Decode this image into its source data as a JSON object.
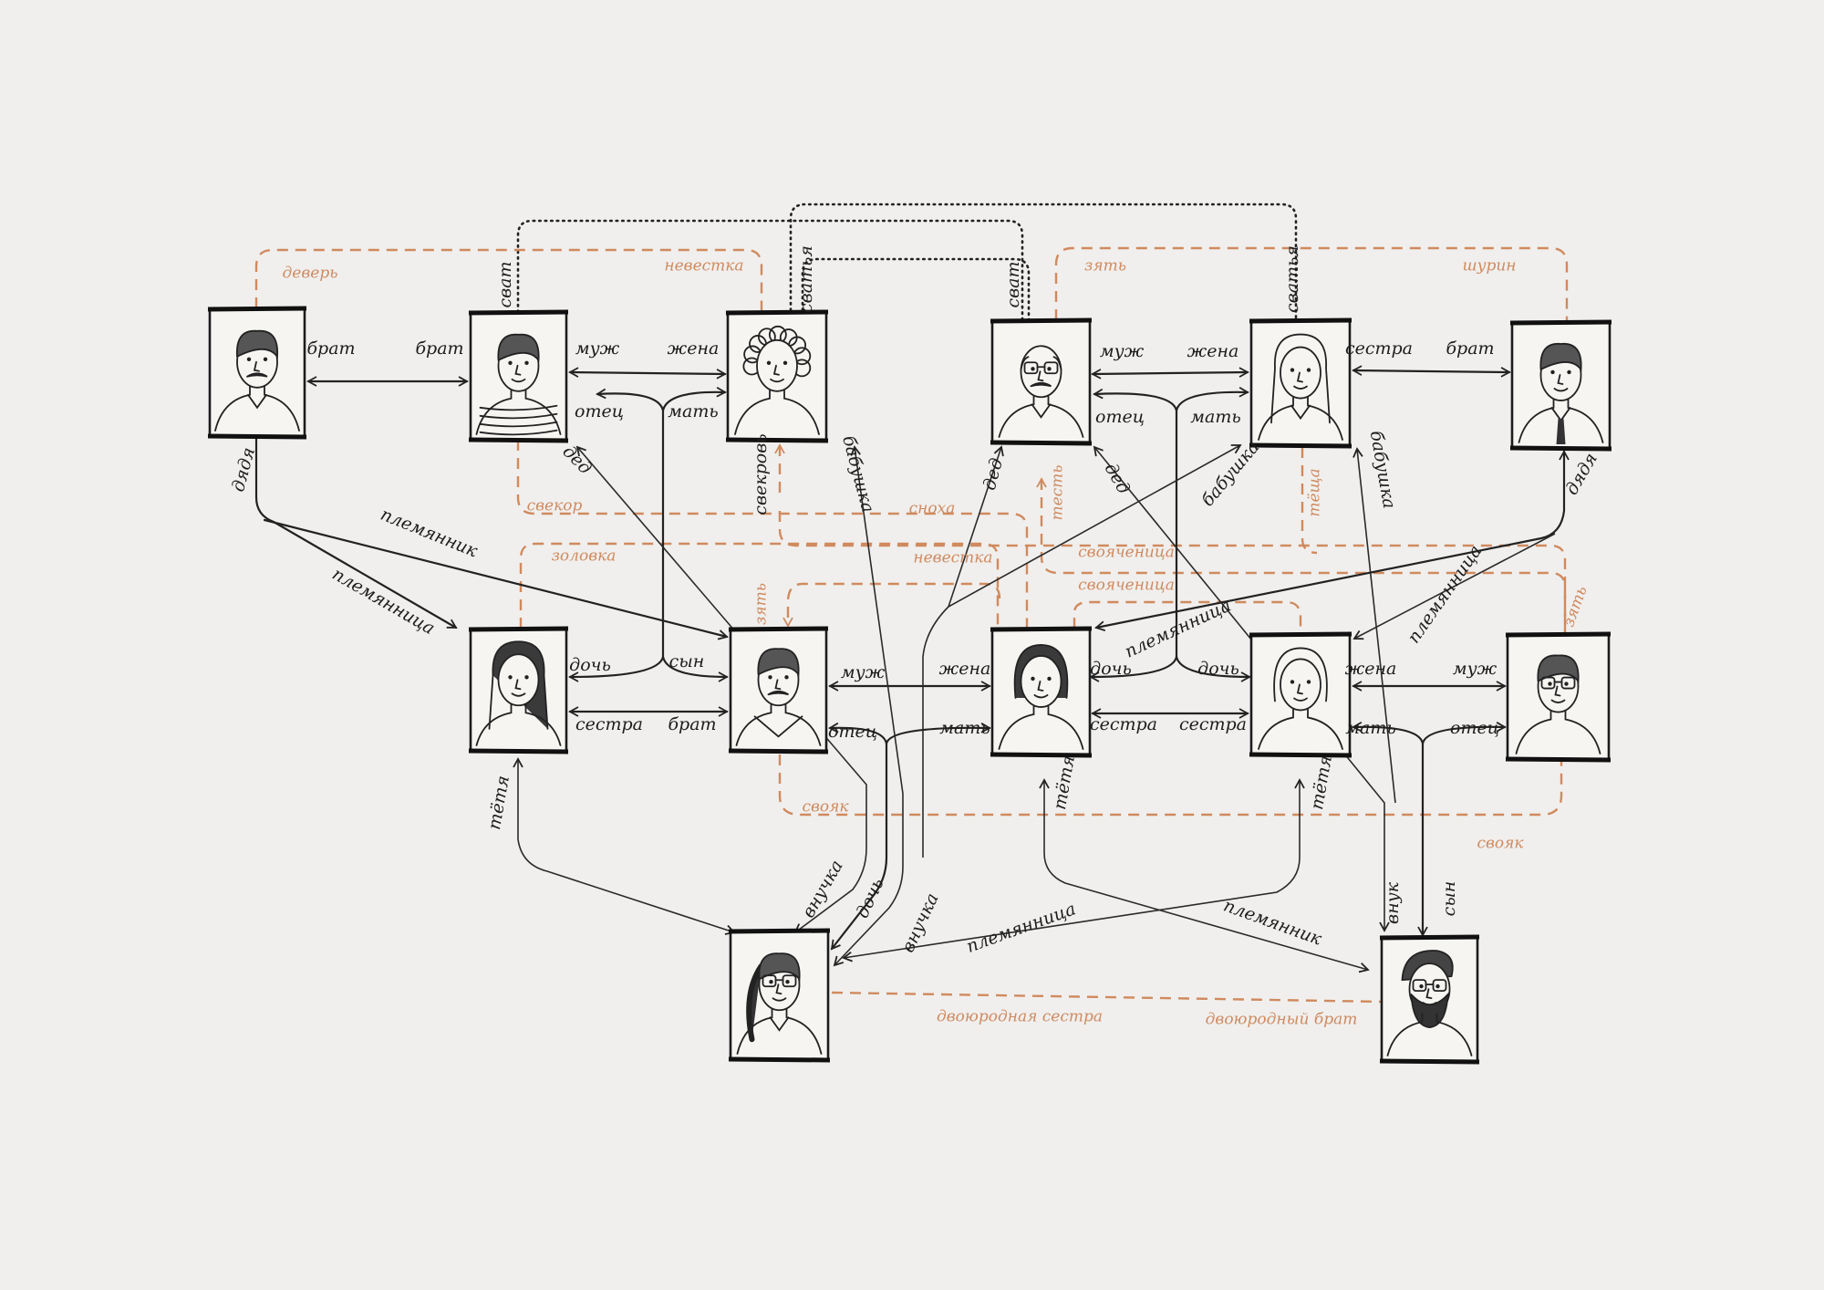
{
  "colors": {
    "ink": "#222222",
    "in_law": "#d08a5e",
    "paper": "#f0efed"
  },
  "black_labels": [
    "брат",
    "брат",
    "муж",
    "жена",
    "отец",
    "мать",
    "сват",
    "сватья",
    "муж",
    "жена",
    "отец",
    "мать",
    "сват",
    "сватья",
    "сестра",
    "брат",
    "дядя",
    "дед",
    "свекровь",
    "бабушка",
    "дед",
    "дед",
    "бабушка",
    "бабушка",
    "дядя",
    "племянник",
    "племянница",
    "племянница",
    "племянница",
    "дочь",
    "сын",
    "сестра",
    "брат",
    "муж",
    "жена",
    "отец",
    "мать",
    "дочь",
    "дочь",
    "сестра",
    "сестра",
    "жена",
    "муж",
    "мать",
    "отец",
    "тётя",
    "тётя",
    "тётя",
    "внучка",
    "дочь",
    "внучка",
    "племянница",
    "племянник",
    "внук",
    "сын"
  ],
  "orange_labels": [
    "деверь",
    "невестка",
    "свекор",
    "сноха",
    "золовка",
    "невестка",
    "свояченица",
    "свояченица",
    "зять",
    "тесть",
    "тёща",
    "зять",
    "шурин",
    "зять",
    "свояк",
    "свояк",
    "двоюродная сестра",
    "двоюродный брат"
  ]
}
